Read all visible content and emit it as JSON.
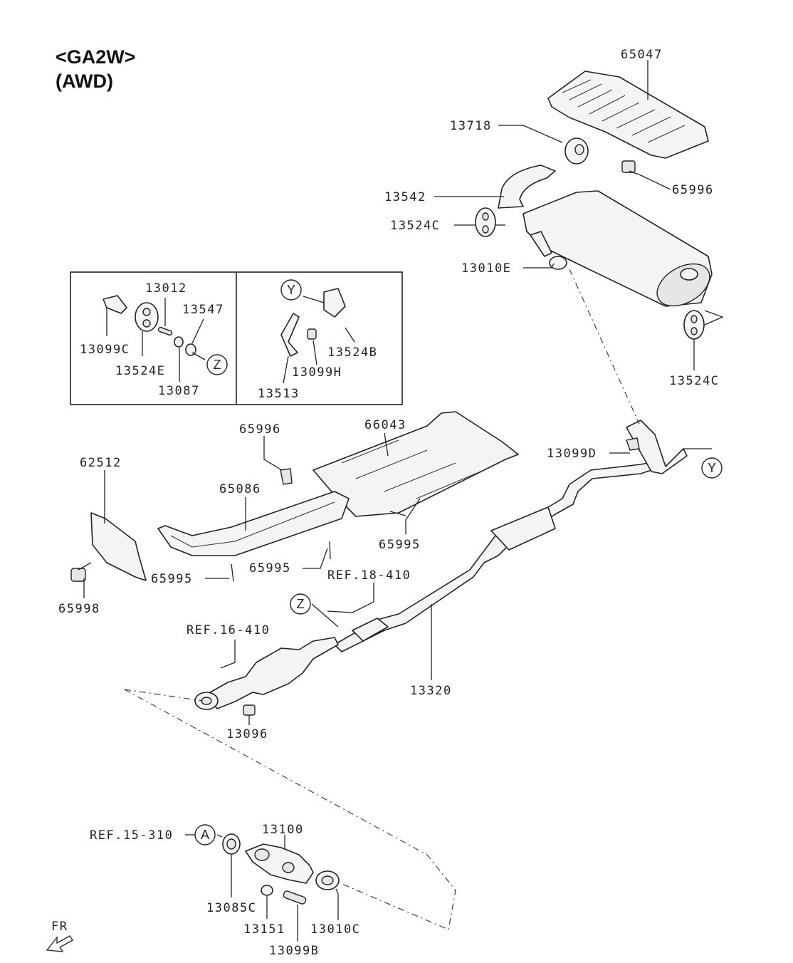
{
  "header": {
    "model": "<GA2W>",
    "drive": "(AWD)"
  },
  "labels": {
    "p65047": "65047",
    "p13718": "13718",
    "p65996_top": "65996",
    "p13542": "13542",
    "p13524c_top": "13524C",
    "p13010e": "13010E",
    "p13524c_right": "13524C",
    "inset_13012": "13012",
    "inset_13547": "13547",
    "inset_13099c": "13099C",
    "inset_13524e": "13524E",
    "inset_13087": "13087",
    "inset_13524b": "13524B",
    "inset_13099h": "13099H",
    "inset_13513": "13513",
    "p65996_mid": "65996",
    "p66043": "66043",
    "p62512": "62512",
    "p65086": "65086",
    "p13099d": "13099D",
    "p65995_a": "65995",
    "p65995_b": "65995",
    "p65995_c": "65995",
    "p65998": "65998",
    "ref_18_410": "REF.18-410",
    "ref_16_410": "REF.16-410",
    "p13320": "13320",
    "p13096": "13096",
    "ref_15_310": "REF.15-310",
    "p13100": "13100",
    "p13085c": "13085C",
    "p13151": "13151",
    "p13010c": "13010C",
    "p13099b": "13099B",
    "front_marker": "FR"
  },
  "callouts": {
    "y": "Y",
    "z": "Z",
    "a": "A"
  }
}
